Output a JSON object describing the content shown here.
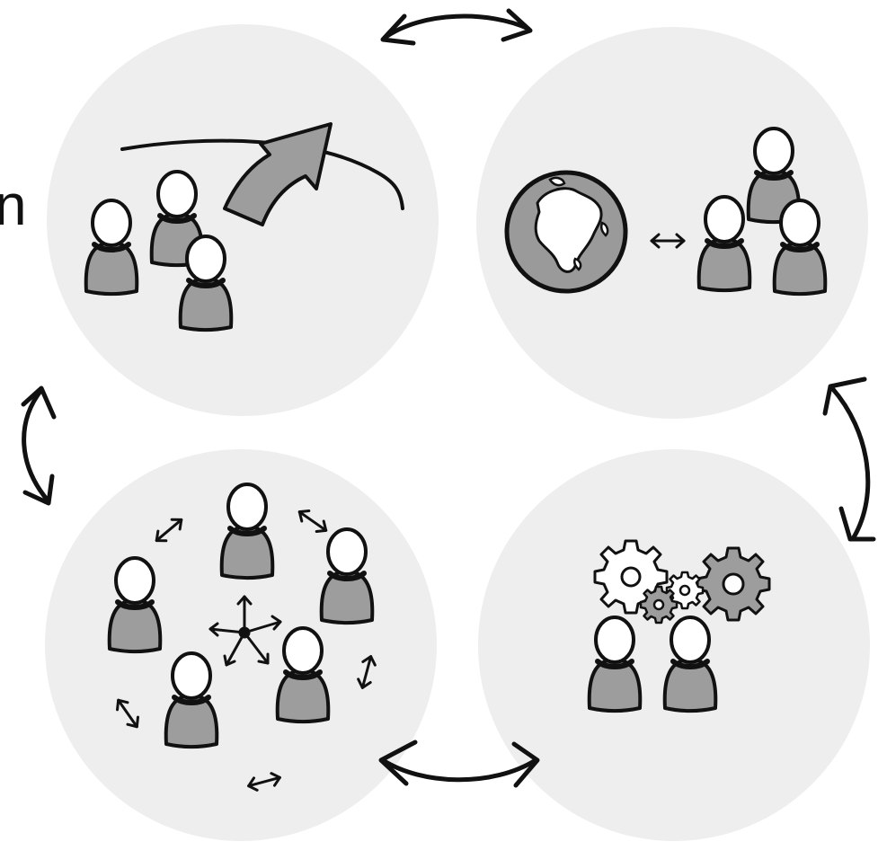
{
  "diagram": {
    "edge_text": "n",
    "colors": {
      "panel": "#eeeeee",
      "figure": "#9d9d9d",
      "ink": "#111111",
      "globe": "#9a9a9a",
      "head": "#ffffff"
    },
    "panels": [
      {
        "name": "panel-group-growth",
        "icons": [
          "people-icon",
          "rising-arrow-icon",
          "horizon-line-icon"
        ]
      },
      {
        "name": "panel-world-connection",
        "icons": [
          "globe-icon",
          "double-arrow-icon",
          "people-icon"
        ]
      },
      {
        "name": "panel-network",
        "icons": [
          "people-icon",
          "double-arrow-icon",
          "star-arrows-icon"
        ]
      },
      {
        "name": "panel-process",
        "icons": [
          "gear-icon",
          "people-icon"
        ]
      }
    ],
    "connectors": [
      "top-arrow",
      "right-arrow",
      "bottom-arrow",
      "left-arrow"
    ]
  }
}
